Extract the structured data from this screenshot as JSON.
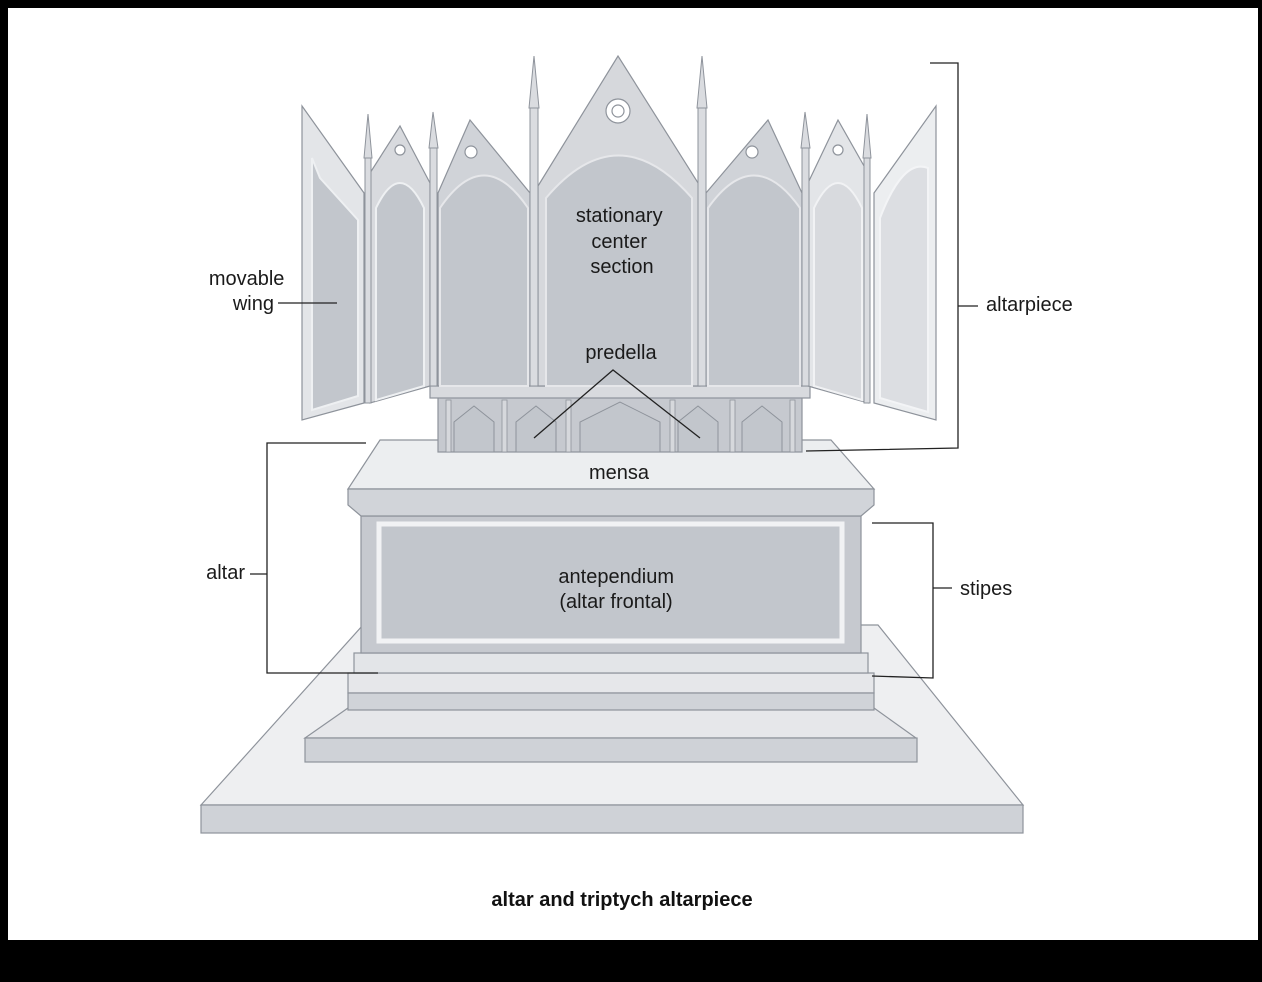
{
  "labels": {
    "movable_wing": [
      "movable",
      "wing"
    ],
    "stationary_center_section": [
      "stationary",
      "center",
      "section"
    ],
    "altarpiece": "altarpiece",
    "predella": "predella",
    "mensa": "mensa",
    "altar": "altar",
    "antependium": [
      "antependium",
      "(altar frontal)"
    ],
    "stipes": "stipes"
  },
  "caption": "altar and triptych altarpiece",
  "colors": {
    "light": "#e8e9ec",
    "mid": "#cfd2d7",
    "panel": "#c2c6cc",
    "dark": "#b3b7be",
    "edge": "#8e939b"
  }
}
